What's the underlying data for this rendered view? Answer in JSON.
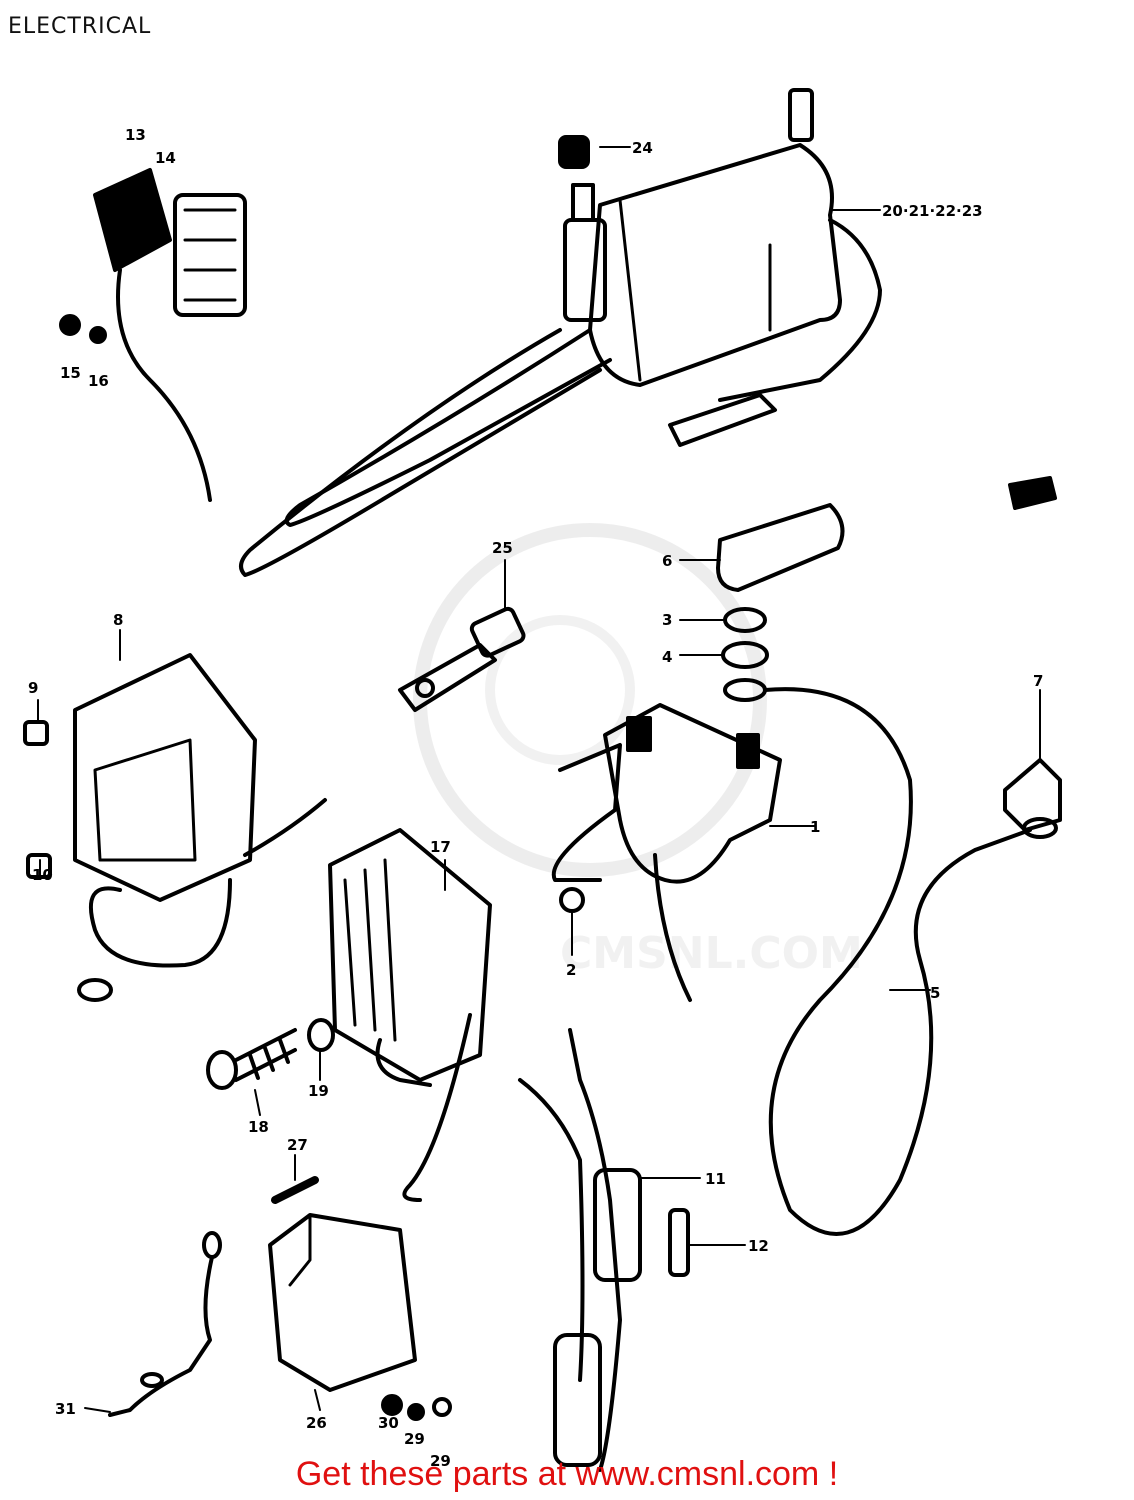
{
  "title": "ELECTRICAL",
  "watermark": "CMSNL.COM",
  "footer": "Get these parts at www.cmsnl.com !",
  "callouts": {
    "c1": "1",
    "c2": "2",
    "c3": "3",
    "c4": "4",
    "c5": "5",
    "c6": "6",
    "c7": "7",
    "c8": "8",
    "c9": "9",
    "c10a": "10",
    "c11": "11",
    "c12": "12",
    "c13": "13",
    "c14": "14",
    "c15": "15",
    "c16": "16",
    "c17": "17",
    "c18": "18",
    "c19": "19",
    "c20": "20·21·22·23",
    "c24": "24",
    "c25": "25",
    "c26": "26",
    "c27": "27",
    "c29a": "29",
    "c29b": "29",
    "c30b": "30",
    "c31": "31"
  },
  "colors": {
    "line": "#000000",
    "footer": "#e01010",
    "watermark": "#e6e6e6"
  }
}
